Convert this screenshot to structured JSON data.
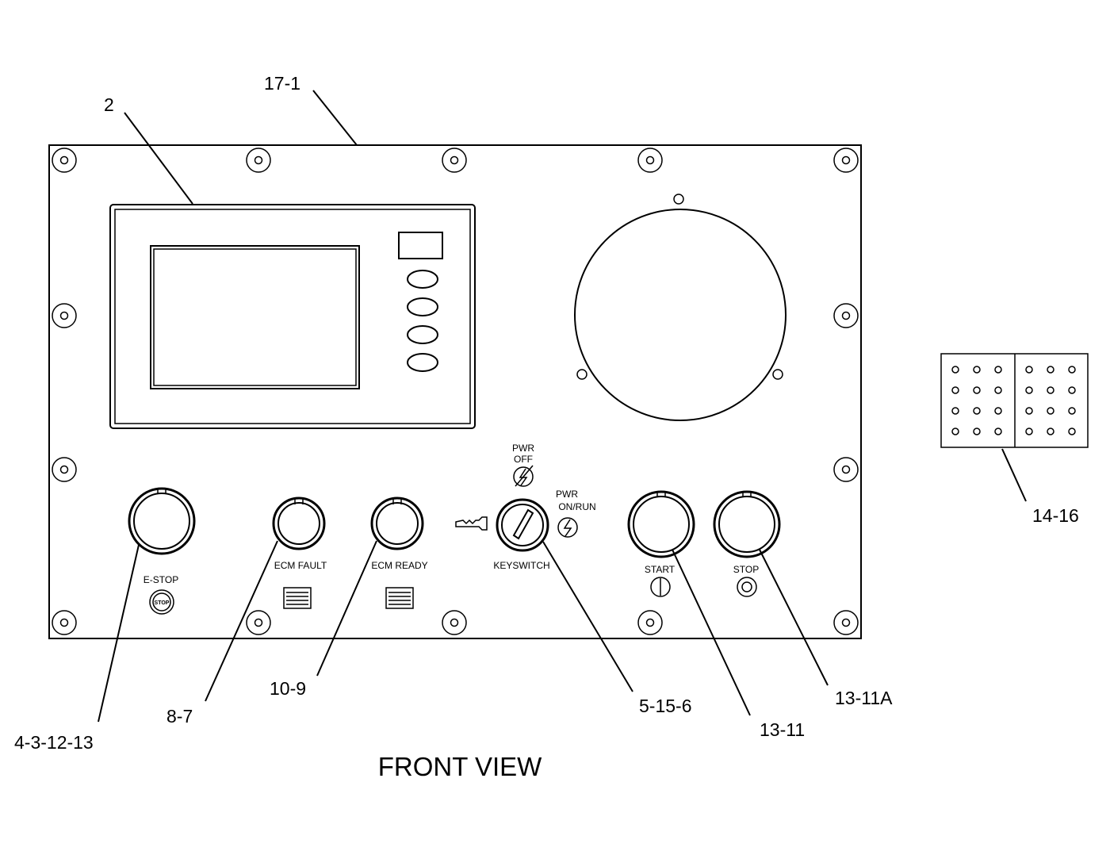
{
  "callouts": {
    "bezel": "17-1",
    "display": "2",
    "estop": "4-3-12-13",
    "ecm_fault": "8-7",
    "ecm_ready": "10-9",
    "keyswitch": "5-15-6",
    "start": "13-11",
    "stop": "13-11A",
    "connector": "14-16"
  },
  "panel_labels": {
    "estop": "E-STOP",
    "estop_icon": "STOP",
    "ecm_fault": "ECM  FAULT",
    "ecm_ready": "ECM  READY",
    "keyswitch": "KEYSWITCH",
    "pwr_off_line1": "PWR",
    "pwr_off_line2": "OFF",
    "pwr_on_line1": "PWR",
    "pwr_on_line2": "ON/RUN",
    "start": "START",
    "stop": "STOP"
  },
  "view_title": "FRONT VIEW"
}
